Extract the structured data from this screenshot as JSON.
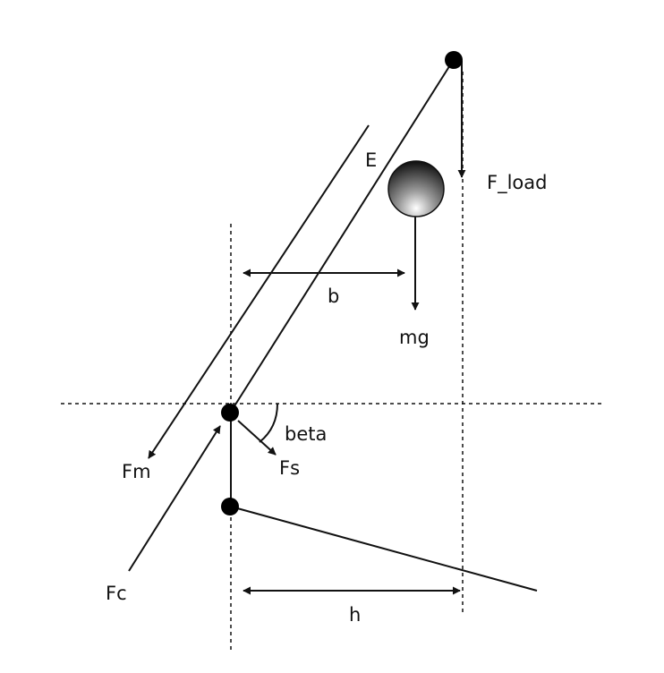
{
  "labels": {
    "e": "E",
    "f_load": "F_load",
    "b": "b",
    "mg": "mg",
    "beta": "beta",
    "fs": "Fs",
    "fm": "Fm",
    "fc": "Fc",
    "h": "h"
  },
  "colors": {
    "ink": "#111111",
    "sphere_light": "#ffffff",
    "sphere_dark": "#000000"
  }
}
